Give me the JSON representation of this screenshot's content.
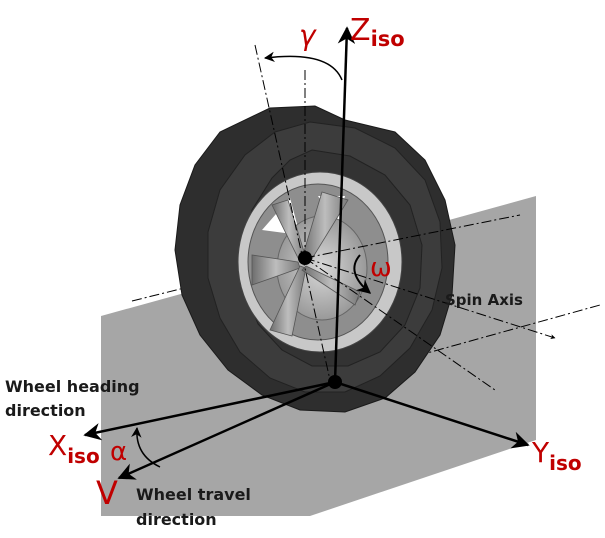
{
  "diagram": {
    "labels": {
      "z_axis": {
        "main": "Z",
        "sub": "iso"
      },
      "x_axis": {
        "main": "X",
        "sub": "iso"
      },
      "y_axis": {
        "main": "Y",
        "sub": "iso"
      },
      "velocity": "V",
      "camber_angle": "γ",
      "slip_angle": "α",
      "spin_rate": "ω",
      "spin_axis": "Spin Axis",
      "heading_line1": "Wheel heading",
      "heading_line2": "direction",
      "travel_line1": "Wheel travel",
      "travel_line2": "direction"
    },
    "colors": {
      "label_red": "#c00000",
      "ground": "#a6a6a6",
      "tire_outer": "#2e2e2e",
      "tire_mid": "#3c3c3c",
      "rim": "#c8c8c8",
      "hub": "#9a9a9a",
      "line": "#000000"
    }
  }
}
